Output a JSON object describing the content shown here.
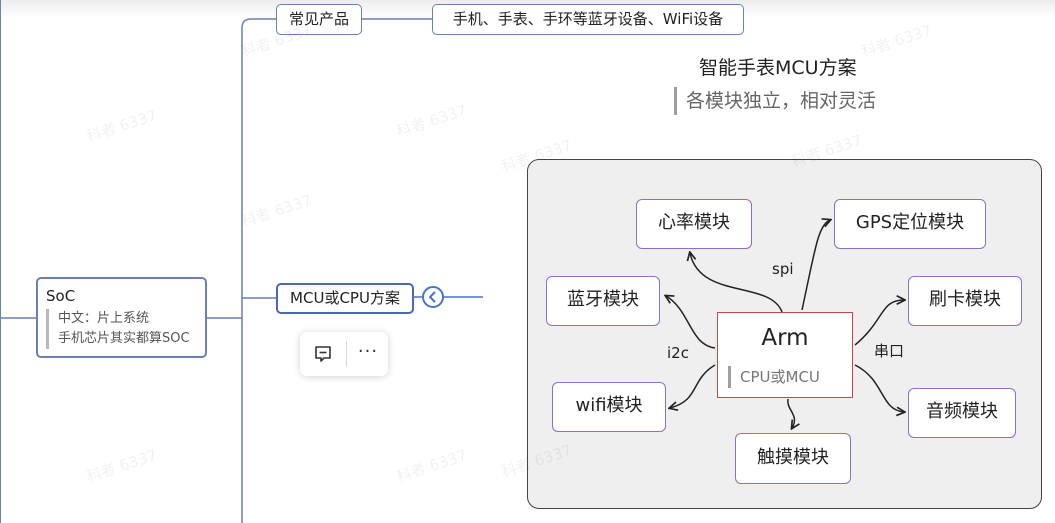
{
  "mindmap": {
    "root": {
      "title": "SoC",
      "notes": [
        "中文：片上系统",
        "手机芯片其实都算SOC"
      ]
    },
    "branch_products": {
      "label": "常见产品",
      "child": "手机、手表、手环等蓝牙设备、WiFi设备"
    },
    "branch_mcu": {
      "label": "MCU或CPU方案",
      "collapse_icon": "chevron-left-icon"
    }
  },
  "toolbar": {
    "comment_icon": "comment-icon",
    "more_label": "···"
  },
  "diagram": {
    "title": "智能手表MCU方案",
    "subtitle": "各模块独立，相对灵活",
    "center": {
      "title": "Arm",
      "subtitle": "CPU或MCU"
    },
    "modules": {
      "heart": "心率模块",
      "gps": "GPS定位模块",
      "bluetooth": "蓝牙模块",
      "card": "刷卡模块",
      "wifi": "wifi模块",
      "audio": "音频模块",
      "touch": "触摸模块"
    },
    "edge_labels": {
      "spi": "spi",
      "i2c": "i2c",
      "uart": "串口"
    }
  },
  "watermark": "科者 6337",
  "colors": {
    "node_border": "#6b7fb0",
    "selected_border": "#4b69b3",
    "module_border": "#8c6fc7",
    "arm_border": "#c24a4a",
    "panel_bg": "#efefef"
  }
}
